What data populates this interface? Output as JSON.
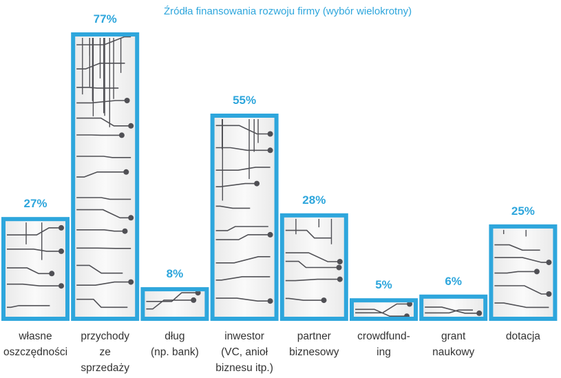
{
  "chart_data": {
    "type": "bar",
    "title": "Źródła finansowania rozwoju firmy (wybór wielokrotny)",
    "categories": [
      [
        "własne",
        "oszczędności"
      ],
      [
        "przychody",
        "ze",
        "sprzedaży"
      ],
      [
        "dług",
        "(np. bank)"
      ],
      [
        "inwestor",
        "(VC, anioł",
        "biznesu itp.)"
      ],
      [
        "partner",
        "biznesowy"
      ],
      [
        "crowdfund-",
        "ing"
      ],
      [
        "grant",
        "naukowy"
      ],
      [
        "dotacja"
      ]
    ],
    "values": [
      27,
      77,
      8,
      55,
      28,
      5,
      6,
      25
    ],
    "value_labels": [
      "27%",
      "77%",
      "8%",
      "55%",
      "28%",
      "5%",
      "6%",
      "25%"
    ],
    "ylim": [
      0,
      77
    ],
    "grid": false,
    "legend": "none",
    "colors": {
      "accent": "#2ea6dc",
      "bar_fill": "#f1f1f1",
      "circuit": "#505055",
      "text": "#333333"
    }
  }
}
